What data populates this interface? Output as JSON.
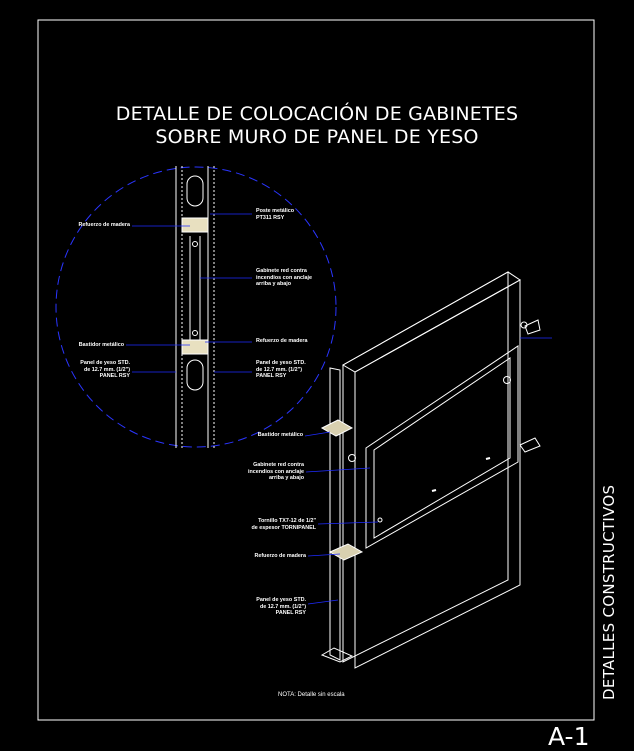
{
  "drawing": {
    "title_line1": "DETALLE DE COLOCACIÓN DE GABINETES",
    "title_line2": "SOBRE MURO DE PANEL DE YESO",
    "side_title": "DETALLES CONSTRUCTIVOS",
    "sheet_number": "A-1",
    "note": "NOTA: Detalle sin escala"
  },
  "detail_labels": {
    "refuerzo_madera": "Refuerzo de madera",
    "poste_metalico": "Poste metálico\nPT311 RSY",
    "gabinete": "Gabinete red contra\nincendios con anclaje\narriba y abajo",
    "bastidor_metalico": "Bastidor metálico",
    "refuerzo_madera_2": "Refuerzo de madera",
    "panel_izq": "Panel de yeso STD.\nde 12.7 mm. (1/2\")\nPANEL RSY",
    "panel_der": "Panel de yeso STD.\nde 12.7 mm. (1/2\")\nPANEL RSY"
  },
  "iso_labels": {
    "bastidor": "Bastidor metálico",
    "gabinete": "Gabinete red contra\nincendios con anclaje\narriba y abajo",
    "tornillo": "Tornillo TX7-12 de 1/2\"\nde espesor TORNIPANEL",
    "refuerzo": "Refuerzo de madera",
    "panel": "Panel de yeso STD.\nde 12.7 mm. (1/2\")\nPANEL RSY"
  },
  "colors": {
    "background": "#000000",
    "line": "#ffffff",
    "leader": "#1e2bff",
    "frame": "#ffffff"
  }
}
